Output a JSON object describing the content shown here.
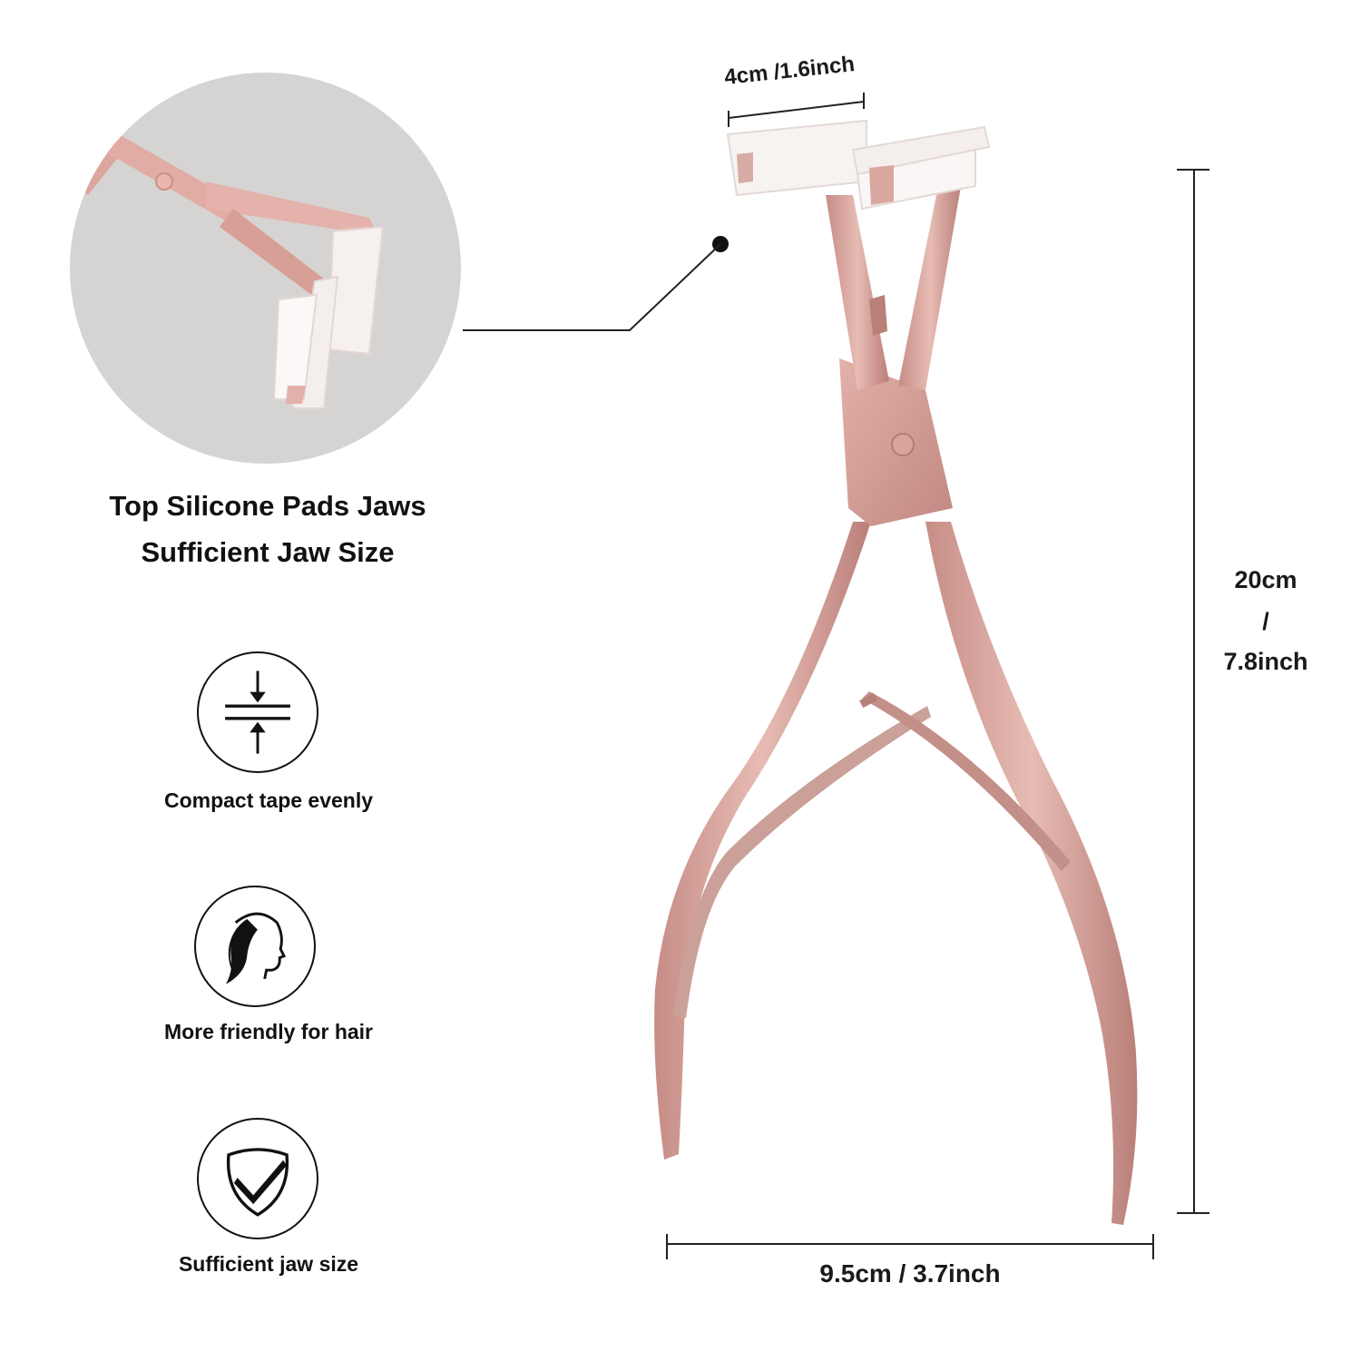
{
  "detail": {
    "title_line1": "Top Silicone Pads Jaws",
    "title_line2": "Sufficient Jaw Size"
  },
  "features": [
    {
      "label": "Compact tape evenly",
      "icon": "compress-arrows-icon"
    },
    {
      "label": "More friendly for hair",
      "icon": "hair-profile-icon"
    },
    {
      "label": "Sufficient jaw size",
      "icon": "shield-check-icon"
    }
  ],
  "dimensions": {
    "jaw_width": "4cm /1.6inch",
    "height_cm": "20cm",
    "height_sep": "/",
    "height_in": "7.8inch",
    "width": "9.5cm / 3.7inch"
  },
  "colors": {
    "rose_gold": "#d9a8a0",
    "rose_dark": "#b97f78",
    "pad_white": "#f7f3f1",
    "circle_bg": "#d6d4d3"
  }
}
